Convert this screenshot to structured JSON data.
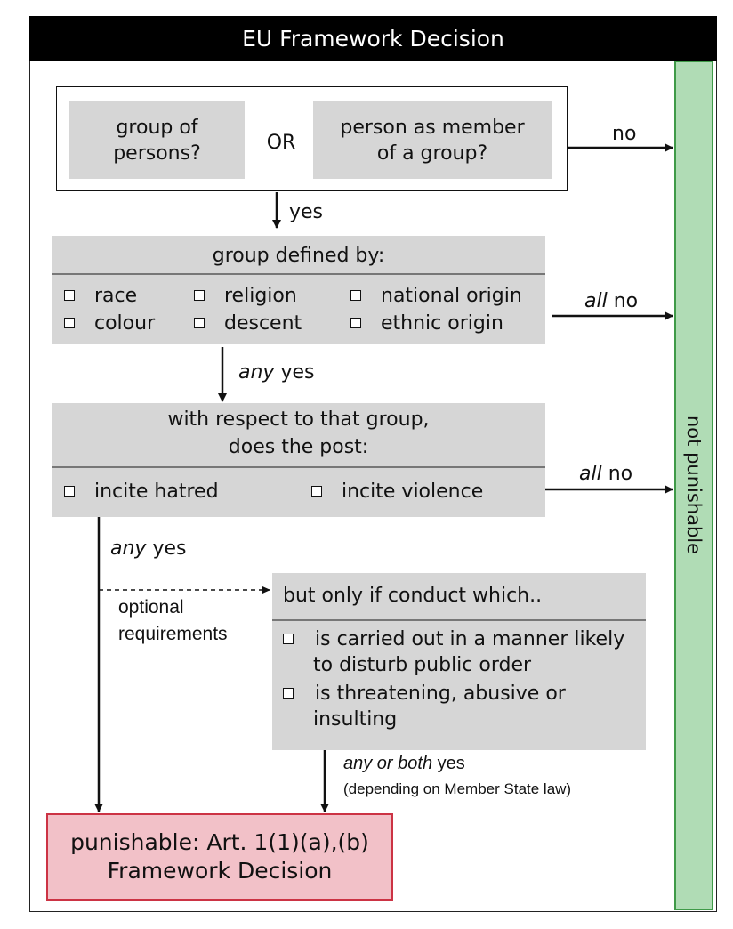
{
  "header": {
    "title": "EU Framework Decision"
  },
  "side_bar": {
    "label": "not punishable"
  },
  "question1": {
    "option_a": "group of persons?",
    "connector": "OR",
    "option_b": "person as member of a group?",
    "no_label": "no",
    "yes_label": "yes"
  },
  "question2": {
    "title": "group defined by:",
    "items": [
      "race",
      "colour",
      "religion",
      "descent",
      "national origin",
      "ethnic origin"
    ],
    "no_label_em": "all",
    "no_label_rest": " no",
    "yes_label_em": "any",
    "yes_label_rest": " yes"
  },
  "question3": {
    "title_line1": "with respect to that group,",
    "title_line2": "does the post:",
    "items": [
      "incite hatred",
      "incite violence"
    ],
    "no_label_em": "all",
    "no_label_rest": " no",
    "yes_label_em": "any",
    "yes_label_rest": " yes"
  },
  "optional": {
    "label_line1": "optional",
    "label_line2": "requirements",
    "title": "but only if conduct which..",
    "items": [
      {
        "line1": "is carried out in a manner likely",
        "line2": "to disturb public order"
      },
      {
        "line1": "is threatening, abusive or",
        "line2": "insulting"
      }
    ],
    "yes_label_em": "any or both",
    "yes_label_rest": " yes",
    "yes_note": "(depending on Member State law)"
  },
  "result": {
    "line1": "punishable: Art. 1(1)(a),(b)",
    "line2": "Framework Decision"
  },
  "colors": {
    "header_bg": "#000000",
    "box_gray": "#d6d6d6",
    "not_punishable_fill": "#b0dcb5",
    "not_punishable_border": "#3f9a48",
    "punishable_fill": "#f2c1c8",
    "punishable_border": "#cc3344"
  }
}
